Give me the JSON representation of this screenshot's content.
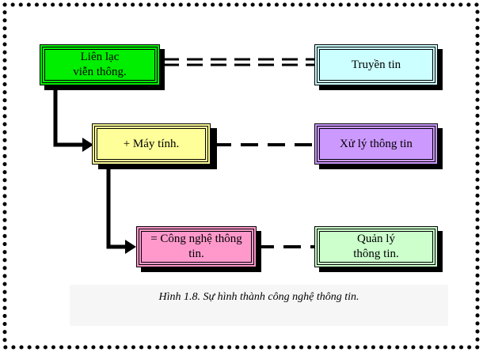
{
  "diagram": {
    "left_boxes": [
      {
        "line1": "Liên lạc",
        "line2": "viễn thông.",
        "color": "#00ee00"
      },
      {
        "line1": "+ Máy tính.",
        "line2": "",
        "color": "#ffff99"
      },
      {
        "line1": "= Công nghệ thông",
        "line2": "tin.",
        "color": "#ff99cc"
      }
    ],
    "right_boxes": [
      {
        "line1": "Truyền tin",
        "line2": "",
        "color": "#ccffff"
      },
      {
        "line1": "Xử lý thông tin",
        "line2": "",
        "color": "#cc99ff"
      },
      {
        "line1": "Quản lý",
        "line2": "thông tin.",
        "color": "#ccffcc"
      }
    ],
    "caption": "Hình 1.8. Sự hình thành công nghệ thông tin."
  }
}
